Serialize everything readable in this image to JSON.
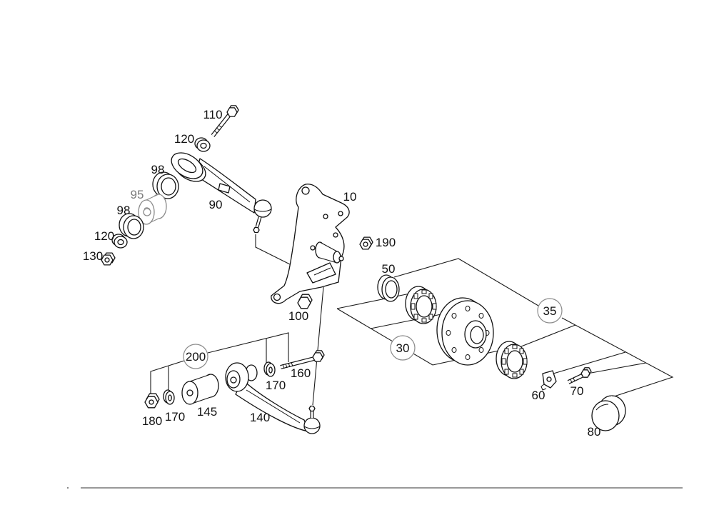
{
  "callouts": {
    "bolt_110": "110",
    "washer_120_upper": "120",
    "ring_98_upper": "98",
    "bushing_95": "95",
    "ring_98_lower": "98",
    "washer_120_lower": "120",
    "nut_130": "130",
    "upper_arm_90": "90",
    "knuckle_10": "10",
    "nut_190": "190",
    "nut_100": "100",
    "seal_50": "50",
    "hub_group_35": "35",
    "bearing_group_30": "30",
    "arm_group_200": "200",
    "washer_170_right": "170",
    "bolt_160": "160",
    "nut_180": "180",
    "washer_170_left": "170",
    "bushing_145": "145",
    "lower_arm_140": "140",
    "clip_60": "60",
    "bolt_70": "70",
    "cap_80": "80"
  },
  "colors": {
    "ink": "#111111",
    "callout_circle": "#8a8a8a",
    "faded_part": "#7a7a7a"
  }
}
